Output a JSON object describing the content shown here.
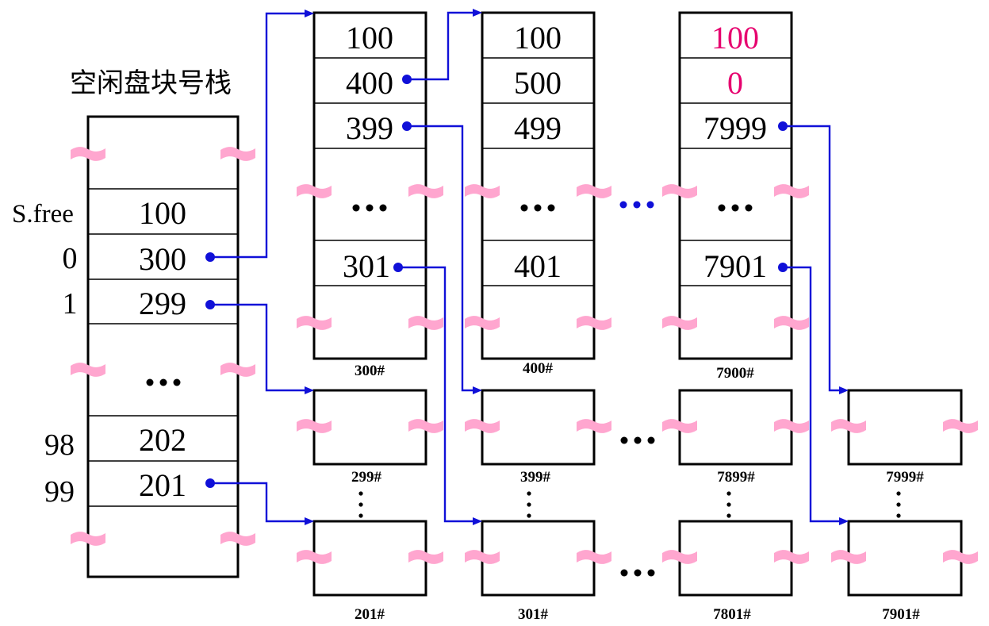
{
  "title": "空闲盘块号栈",
  "colors": {
    "pointer": "#1010d8",
    "highlight": "#e6006e",
    "break_mark": "#ffa6cf"
  },
  "stack": {
    "label_sfree": "S.free",
    "rows": [
      {
        "index": "",
        "value": "100"
      },
      {
        "index": "0",
        "value": "300"
      },
      {
        "index": "1",
        "value": "299"
      },
      {
        "index": "",
        "value": "…"
      },
      {
        "index": "98",
        "value": "202"
      },
      {
        "index": "99",
        "value": "201"
      }
    ]
  },
  "blocks": {
    "b300": {
      "cells": [
        "100",
        "400",
        "399",
        "…",
        "301"
      ],
      "caption": "300#"
    },
    "b400": {
      "cells": [
        "100",
        "500",
        "499",
        "…",
        "401"
      ],
      "caption": "400#"
    },
    "b7900": {
      "cells": [
        "100",
        "0",
        "7999",
        "…",
        "7901"
      ],
      "caption": "7900#"
    }
  },
  "free_blocks": {
    "row1": [
      "299#",
      "399#",
      "7899#",
      "7999#"
    ],
    "row2": [
      "201#",
      "301#",
      "7801#",
      "7901#"
    ]
  }
}
